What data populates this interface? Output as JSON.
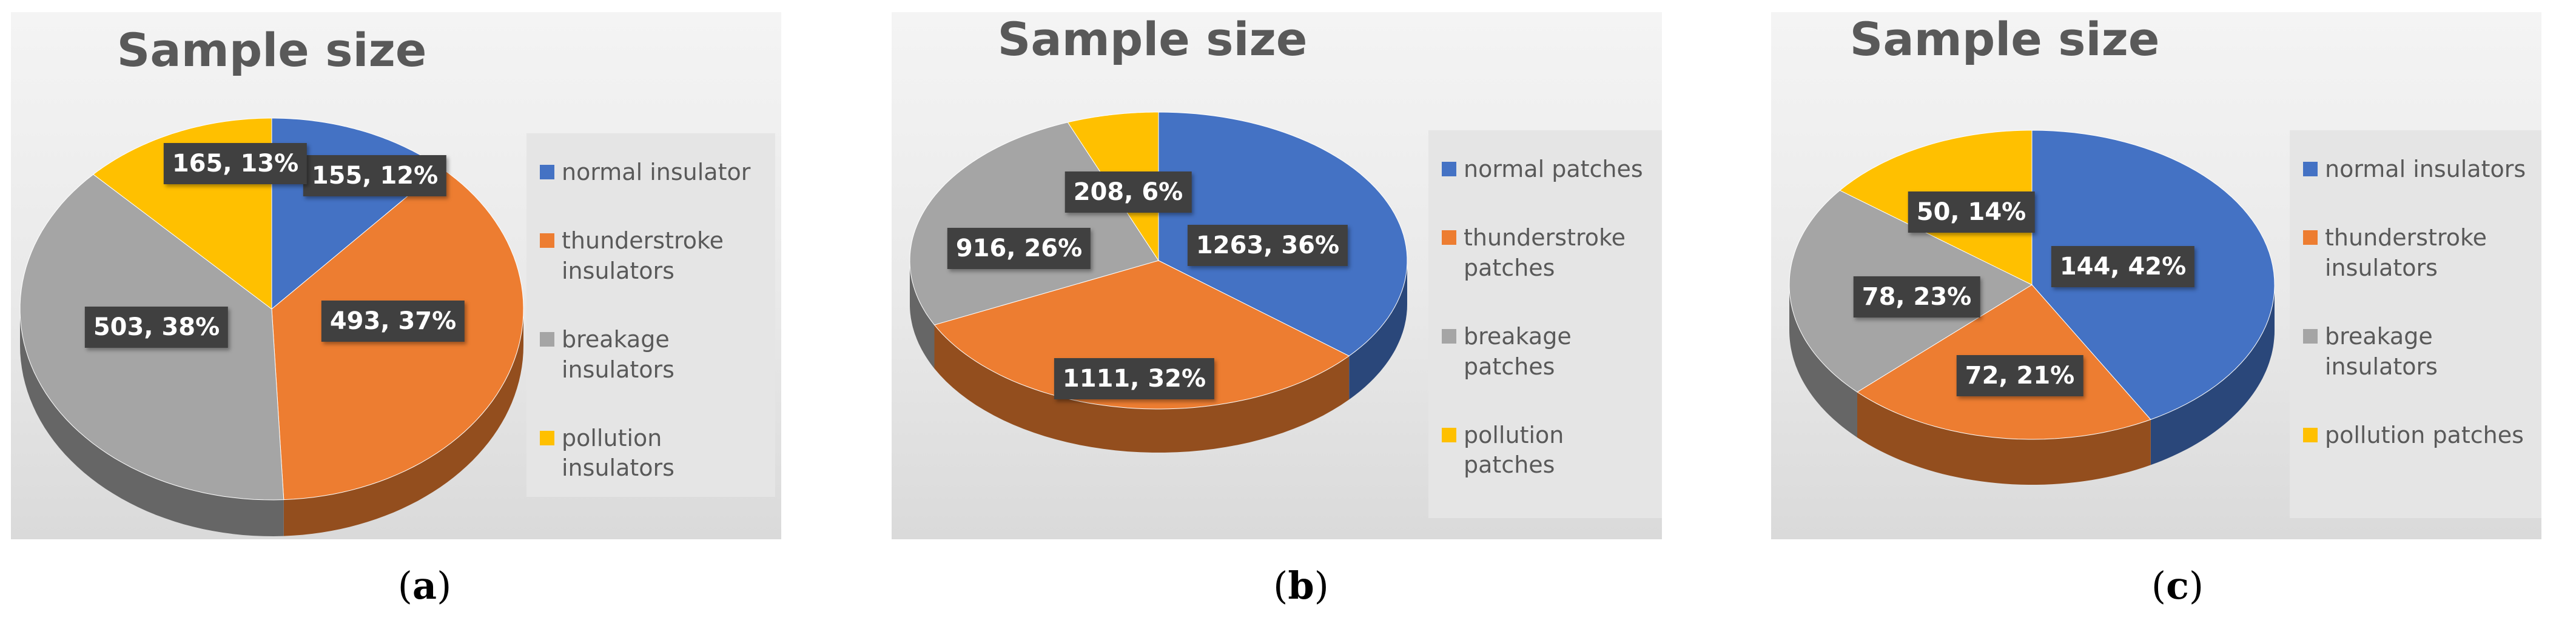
{
  "colors": {
    "blue": "#4472C4",
    "orange": "#ED7D31",
    "gray": "#A5A5A5",
    "yellow": "#FFC000"
  },
  "chart_data": [
    {
      "type": "pie",
      "title": "Sample size",
      "caption_letter": "a",
      "categories": [
        "normal insulator",
        "thunderstroke insulators",
        "breakage insulators",
        "pollution insulators"
      ],
      "values": [
        155,
        493,
        503,
        165
      ],
      "percents": [
        12,
        37,
        38,
        13
      ],
      "labels": [
        "155, 12%",
        "493, 37%",
        "503, 38%",
        "165, 13%"
      ],
      "legend_position": "right"
    },
    {
      "type": "pie",
      "title": "Sample size",
      "caption_letter": "b",
      "categories": [
        "normal patches",
        "thunderstroke patches",
        "breakage patches",
        "pollution patches"
      ],
      "values": [
        1263,
        1111,
        916,
        208
      ],
      "percents": [
        36,
        32,
        26,
        6
      ],
      "labels": [
        "1263, 36%",
        "1111, 32%",
        "916, 26%",
        "208, 6%"
      ],
      "legend_position": "right"
    },
    {
      "type": "pie",
      "title": "Sample size",
      "caption_letter": "c",
      "categories": [
        "normal insulators",
        "thunderstroke insulators",
        "breakage insulators",
        "pollution patches"
      ],
      "values": [
        144,
        72,
        78,
        50
      ],
      "percents": [
        42,
        21,
        23,
        14
      ],
      "labels": [
        "144, 42%",
        "72, 21%",
        "78, 23%",
        "50, 14%"
      ],
      "legend_position": "right"
    }
  ]
}
